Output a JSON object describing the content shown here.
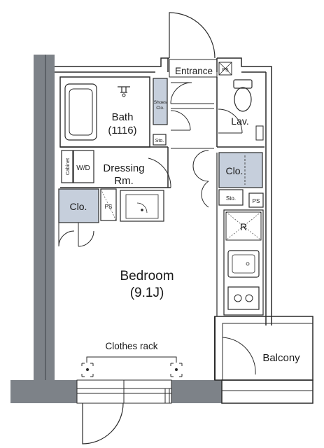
{
  "floorplan": {
    "rooms": {
      "entrance": "Entrance",
      "bath": "Bath",
      "bath_size": "(1116)",
      "lav": "Lav.",
      "dressing_line1": "Dressing",
      "dressing_line2": "Rm.",
      "closet_main": "Clo.",
      "closet_left": "Clo.",
      "bedroom": "Bedroom",
      "bedroom_size": "(9.1J)",
      "balcony": "Balcony"
    },
    "fixtures": {
      "shoes_line1": "Shoes",
      "shoes_line2": "Clo.",
      "storage_bath": "Sto.",
      "storage_hall": "Sto.",
      "cabinet": "Cabinet",
      "washer": "W/D",
      "ps_entrance": "PS",
      "ps_left": "PS",
      "ps_right": "PS",
      "refrigerator": "R",
      "clothes_rack": "Clothes rack"
    },
    "colors": {
      "wall": "#7d8288",
      "wall_dark": "#6d7278",
      "closet_fill": "#c6cfdc",
      "line": "#2a2a2a"
    }
  }
}
